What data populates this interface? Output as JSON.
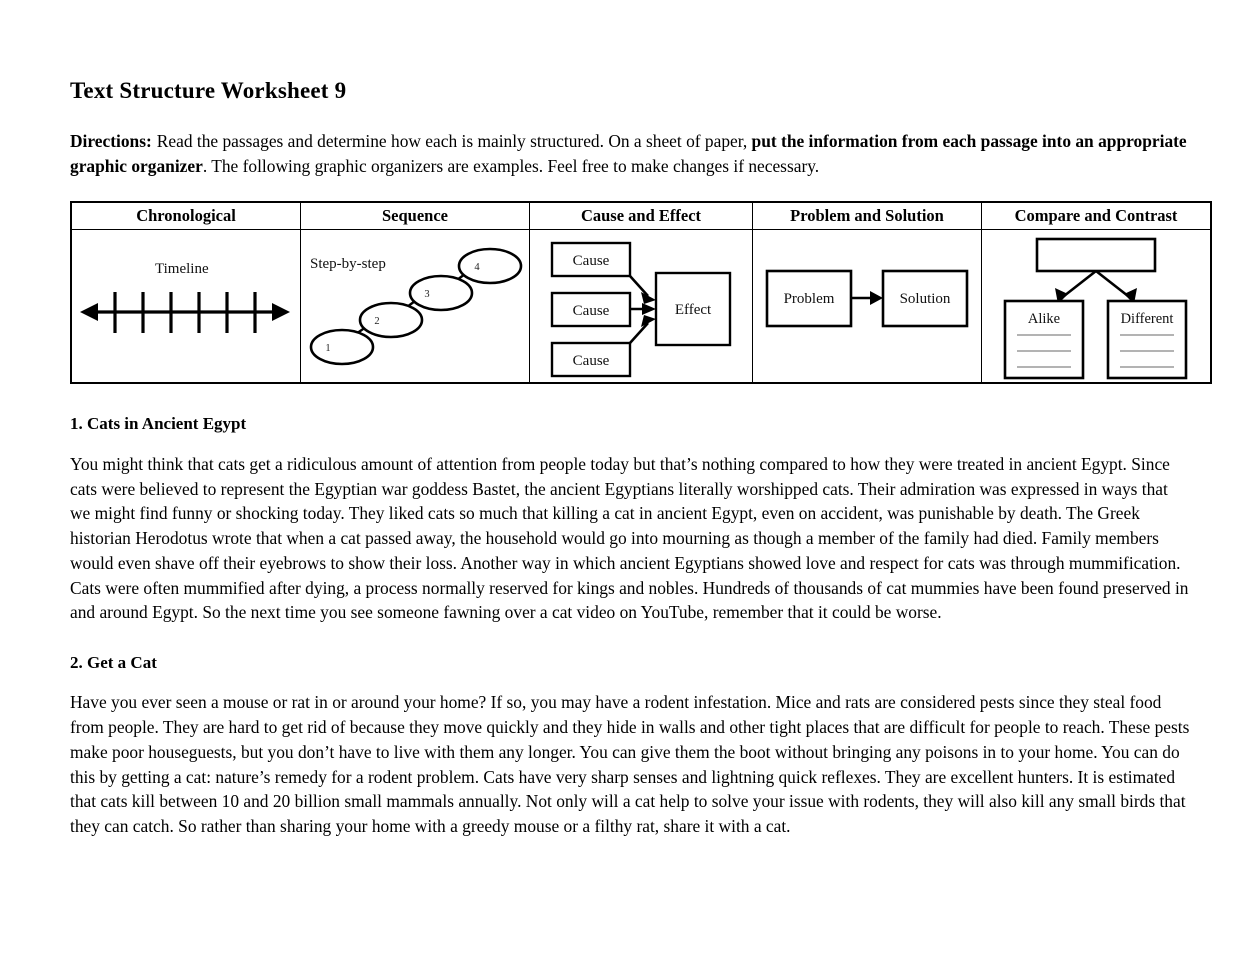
{
  "title": "Text Structure Worksheet 9",
  "directions": {
    "label": "Directions:",
    "part1": "Read the passages and determine how each is mainly structured. On a sheet of paper,",
    "bold_phrase": "put the information from each passage into an appropriate graphic organizer",
    "part2": ". The following graphic organizers are examples. Feel free to make changes if necessary."
  },
  "organizer": {
    "columns": [
      {
        "header": "Chronological",
        "diagram": "timeline",
        "labels": {
          "caption": "Timeline"
        },
        "tick_count": 6
      },
      {
        "header": "Sequence",
        "diagram": "step-by-step-ovals",
        "labels": {
          "caption": "Step-by-step"
        },
        "steps": [
          "1",
          "2",
          "3",
          "4"
        ]
      },
      {
        "header": "Cause and Effect",
        "diagram": "causes-to-effect",
        "labels": {
          "cause1": "Cause",
          "cause2": "Cause",
          "cause3": "Cause",
          "effect": "Effect"
        }
      },
      {
        "header": "Problem and Solution",
        "diagram": "problem-arrow-solution",
        "labels": {
          "problem": "Problem",
          "solution": "Solution"
        }
      },
      {
        "header": "Compare and Contrast",
        "diagram": "topic-branch-alike-different",
        "labels": {
          "topic": "",
          "alike": "Alike",
          "different": "Different"
        },
        "rule_lines": 3
      }
    ]
  },
  "passages": [
    {
      "heading": "1. Cats in Ancient Egypt",
      "body": "You might think that cats get a ridiculous amount of attention from people today but that’s nothing compared to how they were treated in ancient Egypt. Since cats were believed to represent the Egyptian war goddess Bastet, the ancient Egyptians literally worshipped cats. Their admiration was expressed in ways that we might find funny or shocking today. They liked cats so much that killing a cat in ancient Egypt, even on accident, was punishable by death. The Greek historian Herodotus wrote that when a cat passed away, the household would go into mourning as though a member of the family had died. Family members would even shave off their eyebrows to show their loss. Another way in which ancient Egyptians showed love and respect for cats was through mummification. Cats were often mummified after dying, a process normally reserved for kings and nobles. Hundreds of thousands of cat mummies have been found preserved in and around Egypt. So the next time you see someone fawning over a cat video on YouTube, remember that it could be worse."
    },
    {
      "heading": "2. Get a Cat",
      "body": "Have you ever seen a mouse or rat in or around your home? If so, you may have a rodent infestation. Mice and rats are considered pests since they steal food from people. They are hard to get rid of because they move quickly and they hide in walls and other tight places that are difficult for people to reach. These pests make poor houseguests, but you don’t have to live with them any longer. You can give them the boot without bringing any poisons in to your home. You can do this by getting a cat: nature’s remedy for a rodent problem. Cats have very sharp senses and lightning quick reflexes. They are excellent hunters. It is estimated that cats kill between 10 and 20 billion small mammals annually. Not only will a cat help to solve your issue with rodents, they will also kill any small birds that they can catch. So rather than sharing your home with a greedy mouse or a filthy rat, share it with a cat."
    }
  ]
}
